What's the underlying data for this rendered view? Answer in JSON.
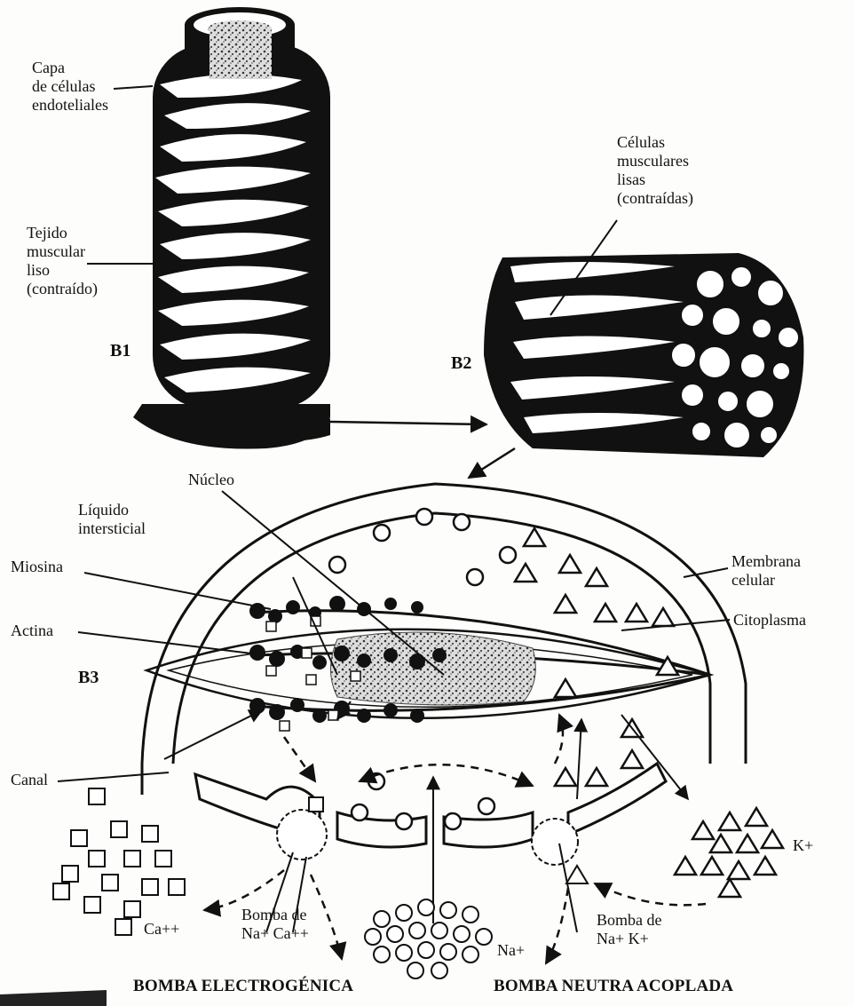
{
  "labels": {
    "capa": "Capa\nde células\nendoteliales",
    "tejido": "Tejido\nmuscular\nliso\n(contraído)",
    "b1": "B1",
    "celulas": "Células\nmusculares\nlisas\n(contraídas)",
    "b2": "B2",
    "nucleo": "Núcleo",
    "liquido": "Líquido\nintersticial",
    "miosina": "Miosina",
    "actina": "Actina",
    "b3": "B3",
    "membrana": "Membrana\ncelular",
    "citoplasma": "Citoplasma",
    "canal": "Canal",
    "k": "K+",
    "ca": "Ca++",
    "bomba_naca": "Bomba de\nNa+ Ca++",
    "na": "Na+",
    "bomba_nak": "Bomba de\nNa+ K+",
    "bomba_electrogenica": "BOMBA ELECTROGÉNICA",
    "bomba_neutra": "BOMBA NEUTRA ACOPLADA"
  }
}
